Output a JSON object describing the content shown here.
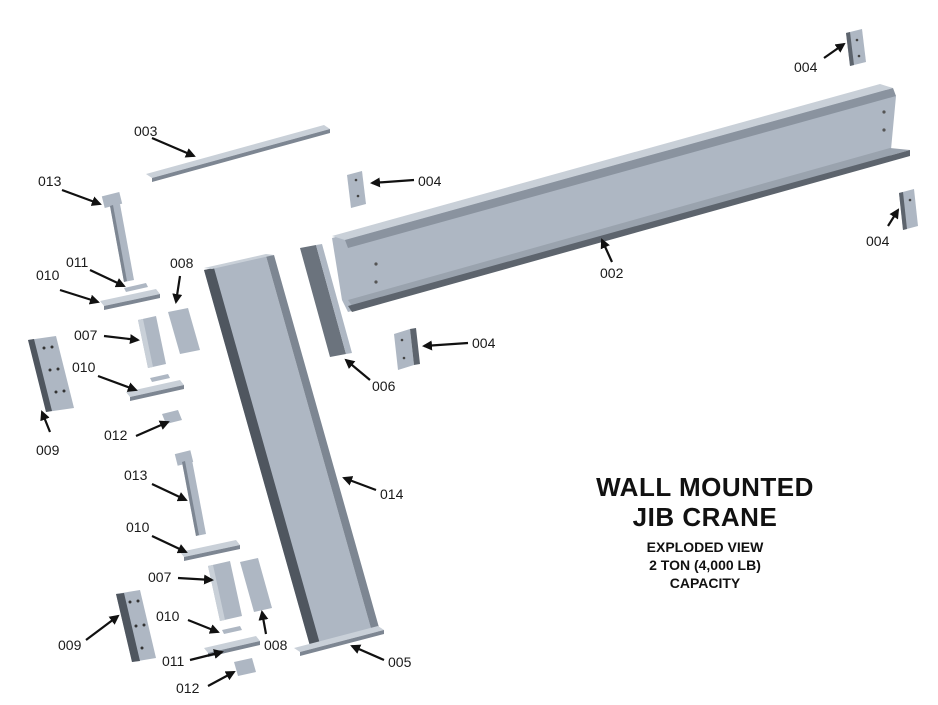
{
  "title": {
    "line1": "WALL MOUNTED",
    "line2": "JIB CRANE",
    "line3": "EXPLODED VIEW",
    "line4": "2 TON (4,000 LB)",
    "line5": "CAPACITY"
  },
  "callouts": {
    "c002": "002",
    "c003": "003",
    "c004a": "004",
    "c004b": "004",
    "c004c": "004",
    "c004d": "004",
    "c005": "005",
    "c006": "006",
    "c007a": "007",
    "c007b": "007",
    "c008a": "008",
    "c008b": "008",
    "c009a": "009",
    "c009b": "009",
    "c010a": "010",
    "c010b": "010",
    "c010c": "010",
    "c010d": "010",
    "c011a": "011",
    "c011b": "011",
    "c012a": "012",
    "c012b": "012",
    "c013a": "013",
    "c013b": "013",
    "c014": "014"
  },
  "colors": {
    "steel": "#aeb7c3",
    "steel_dark": "#8a939f",
    "steel_shadow": "#5d646d",
    "steel_light": "#c9d0d8"
  }
}
